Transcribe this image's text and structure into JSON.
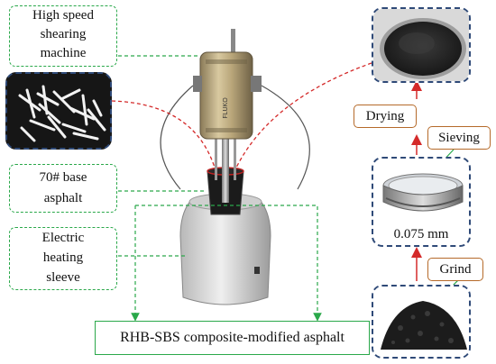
{
  "labels": {
    "shearing_machine": [
      "High speed",
      "shearing",
      "machine"
    ],
    "base_asphalt": [
      "70# base",
      "asphalt"
    ],
    "heating_sleeve": [
      "Electric",
      "heating",
      "sleeve"
    ],
    "final_product": "RHB-SBS composite-modified asphalt"
  },
  "steps": {
    "drying": "Drying",
    "sieving": "Sieving",
    "grind": "Grind",
    "mesh_size": "0.075 mm"
  },
  "brand": "FLUKO",
  "colors": {
    "green": "#2aa84a",
    "red": "#d42a2a",
    "brown": "#b56a2a",
    "blue": "#2f4a78"
  }
}
